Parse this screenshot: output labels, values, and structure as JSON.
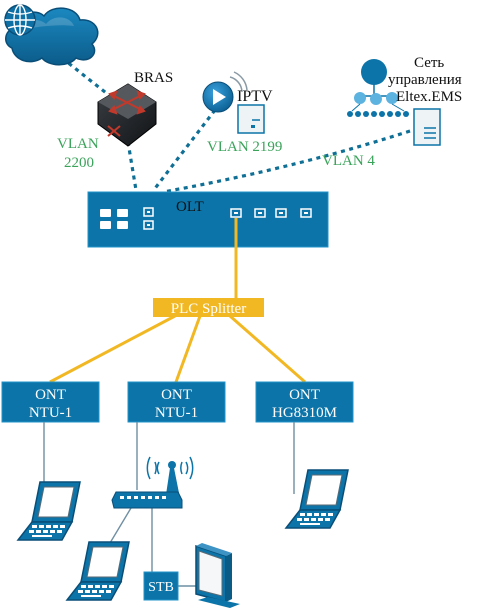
{
  "nodes": {
    "bras": "BRAS",
    "iptv": "IPTV",
    "mgmt_line1": "Сеть",
    "mgmt_line2": "управления",
    "mgmt_line3": "Eltex.EMS",
    "olt": "OLT",
    "splitter": "PLC Splitter",
    "ont1_line1": "ONT",
    "ont1_line2": "NTU-1",
    "ont2_line1": "ONT",
    "ont2_line2": "NTU-1",
    "ont3_line1": "ONT",
    "ont3_line2": "HG8310M",
    "stb": "STB"
  },
  "vlans": {
    "bras_line1": "VLAN",
    "bras_line2": "2200",
    "iptv": "VLAN 2199",
    "mgmt": "VLAN 4"
  },
  "colors": {
    "vlan_text": "#3aa35a",
    "dashed_link": "#0f6f95",
    "fiber_link": "#f2b824",
    "device_blue": "#0c74a8"
  },
  "icons": [
    "internet-cloud-icon",
    "globe-icon",
    "router-icon",
    "iptv-play-icon",
    "server-icon",
    "management-network-icon",
    "laptop-icon",
    "wifi-router-icon",
    "tv-monitor-icon"
  ]
}
